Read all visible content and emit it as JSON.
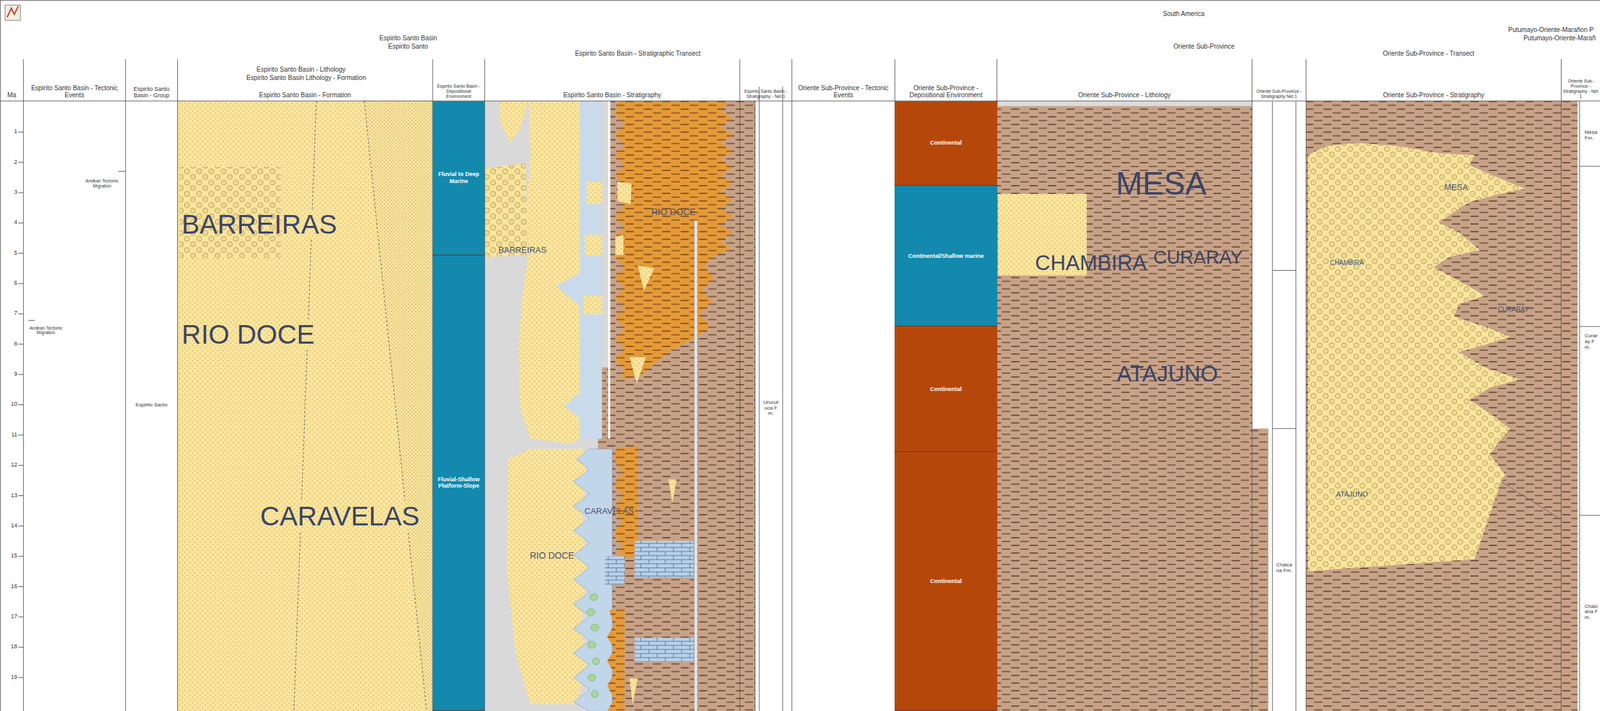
{
  "diagram": {
    "nodes": [
      {
        "text": [
          "Ma"
        ]
      },
      {
        "text": [
          "Espirito Santo Basin - Tectonic Events"
        ]
      },
      {
        "text": [
          "Espirito Santo Basin - Group"
        ]
      },
      {
        "text": [
          "Espirito Santo Basin - Formation"
        ]
      },
      {
        "text": [
          "Espirito Santo Basin - Depositional Environment"
        ]
      },
      {
        "text": [
          "Espirito Santo Basin - Stratigraphy"
        ]
      },
      {
        "text": [
          "Espirito Santo Basin - Stratigraphy - Net 1"
        ]
      },
      {
        "text": [
          "Oriente Sub-Province - Tectonic Events"
        ]
      },
      {
        "text": [
          "Oriente Sub-Province - Depositional Environment"
        ]
      },
      {
        "text": [
          "Oriente Sub-Province - Lithology"
        ]
      },
      {
        "text": [
          "Oriente Sub-Province - Stratigraphy Net 1"
        ]
      },
      {
        "text": [
          "Oriente Sub-Province - Stratigraphy"
        ]
      },
      {
        "text": [
          "Oriente Sub-Province - Stratigraphy - Net 1"
        ]
      },
      {
        "text": [
          "Fluvial to Deep Marine"
        ]
      },
      {
        "text": [
          "Fluvial-Shallow Platform-Slope"
        ]
      },
      {
        "text": [
          "Continental"
        ]
      },
      {
        "text": [
          "Continental/Shallow marine"
        ]
      },
      {
        "text": [
          "Continental"
        ]
      },
      {
        "text": [
          "Continental"
        ]
      }
    ],
    "labels": [
      "South America",
      "Espirito Santo Basin",
      "Espirito Santo",
      "Espirito Santo Basin - Stratigraphic Transect",
      "Oriente Sub-Province",
      "Oriente Sub-Province - Transect",
      "Putumayo-Oriente-Marañon P",
      "Putumayo-Oriente-Marañ",
      "Espirito Santo Basin - Lithology",
      "Espirito Santo Basin Lithology - Formation",
      "1",
      "2",
      "3",
      "4",
      "5",
      "6",
      "7",
      "8",
      "9",
      "10",
      "11",
      "12",
      "13",
      "14",
      "15",
      "16",
      "17",
      "18",
      "19",
      "Andean Tectonic Migration",
      "Andean Tectonic Migration",
      "Espirito Santo",
      "BARREIRAS",
      "RIO DOCE",
      "CARAVELAS",
      "BARREIRAS",
      "RIO DOCE",
      "RIO DOCE",
      "CARAVELAS",
      "Urucutuca Fm.",
      "MESA",
      "CHAMBIRA",
      "CURARAY",
      "ATAJUNO",
      "Chalcana Fm.",
      "MESA",
      "CHAMBIRA",
      "CURARAY",
      "ATAJUNO",
      "Mesa Fm.",
      "Curaray Fm.",
      "Chalcana Fm."
    ]
  }
}
